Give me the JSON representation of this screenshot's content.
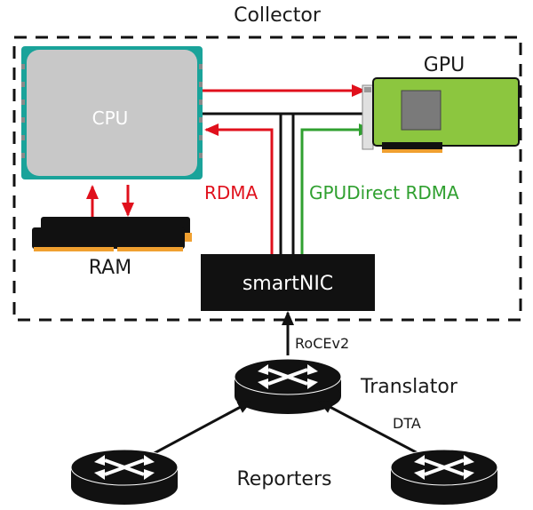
{
  "collector_label": "Collector",
  "cpu_label": "CPU",
  "gpu_label": "GPU",
  "ram_label": "RAM",
  "smartnic_label": "smartNIC",
  "rdma_label": "RDMA",
  "gpudirect_label": "GPUDirect RDMA",
  "rocev2_label": "RoCEv2",
  "translator_label": "Translator",
  "dta_label": "DTA",
  "reporters_label": "Reporters",
  "colors": {
    "rdma": "#e0101c",
    "gpudirect": "#30a030",
    "gpu_board": "#8cc63f",
    "cpu_body": "#c8c8c8",
    "cpu_border": "#1aa39a",
    "dark": "#111111"
  }
}
